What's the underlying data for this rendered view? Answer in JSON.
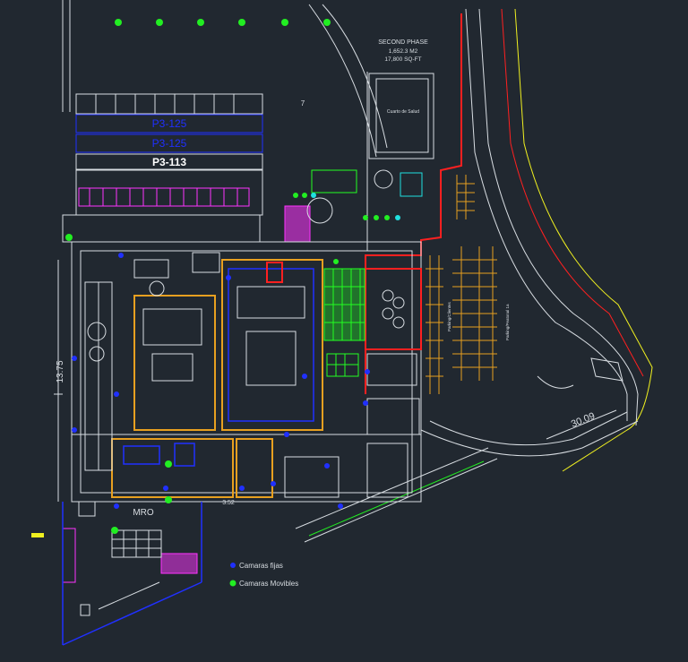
{
  "drawing": {
    "labels": {
      "second_phase_title": "SECOND PHASE",
      "second_phase_area_m2": "1,652.3 M2",
      "second_phase_area_ft": "17,800 SQ-FT",
      "building_p3_125a": "P3-125",
      "building_p3_125b": "P3-125",
      "building_p3_113": "P3-113",
      "mro": "MRO",
      "dimension_30_09": "30.09",
      "dimension_13_75": "13.75",
      "future_box_note": "Cuarto de Salud",
      "parking_note_1": "Parking/Clientes",
      "parking_note_2": "Parking/Peatonal 1a",
      "dim_7": "7",
      "dim_3_52": "3.52"
    },
    "legend": {
      "fixed_label": "Camaras fijas",
      "mobile_label": "Camaras Movibles"
    },
    "colors": {
      "background": "#212830",
      "line": "#d8dde2",
      "fixed_camera": "#2030ff",
      "mobile_camera": "#22ee22",
      "orange_outline": "#e8a020",
      "magenta": "#ff33ff",
      "green_fill": "#22ff22",
      "red_line": "#ff2020",
      "yellow_line": "#f0f020",
      "blue_outline": "#2030ff",
      "cyan": "#20e0e0"
    }
  }
}
